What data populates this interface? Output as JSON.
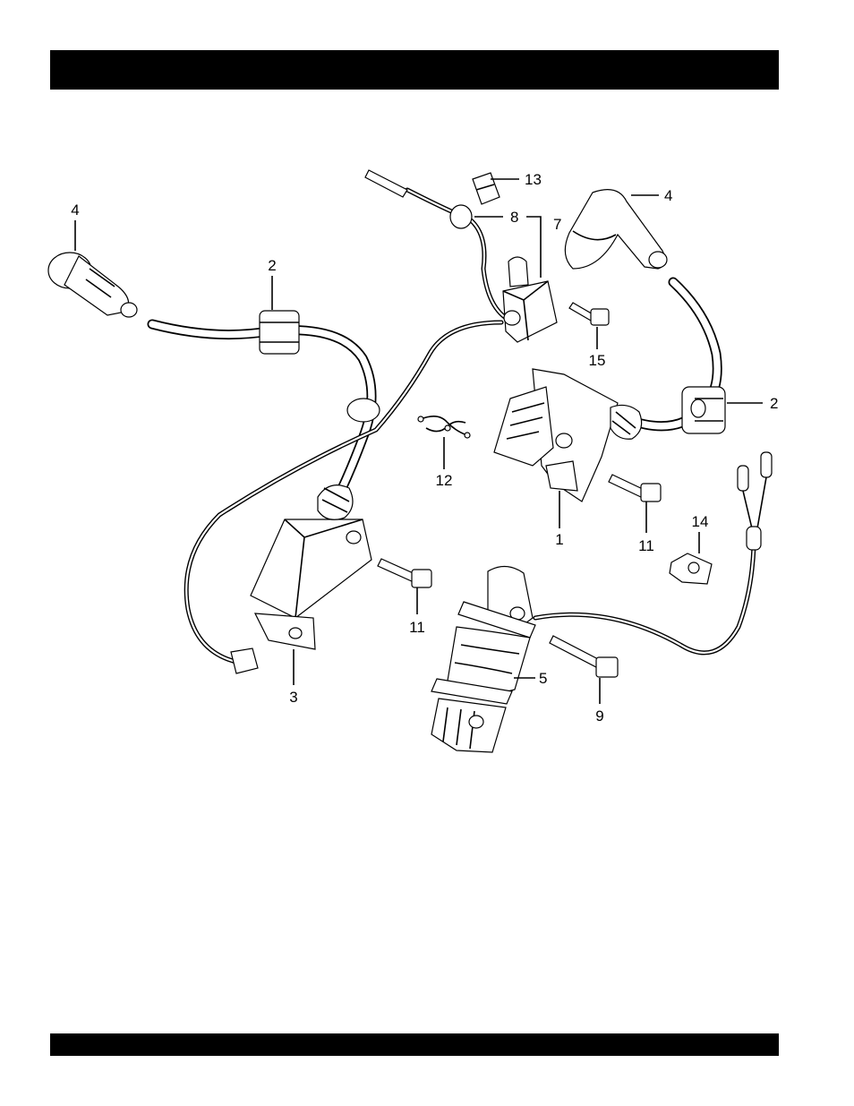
{
  "header_bar": {
    "color": "#000000"
  },
  "footer_bar": {
    "color": "#000000"
  },
  "callouts": {
    "c1": "1",
    "c2a": "2",
    "c2b": "2",
    "c3": "3",
    "c4a": "4",
    "c4b": "4",
    "c5": "5",
    "c7": "7",
    "c8": "8",
    "c9": "9",
    "c11a": "11",
    "c11b": "11",
    "c12": "12",
    "c13": "13",
    "c14": "14",
    "c15": "15"
  }
}
